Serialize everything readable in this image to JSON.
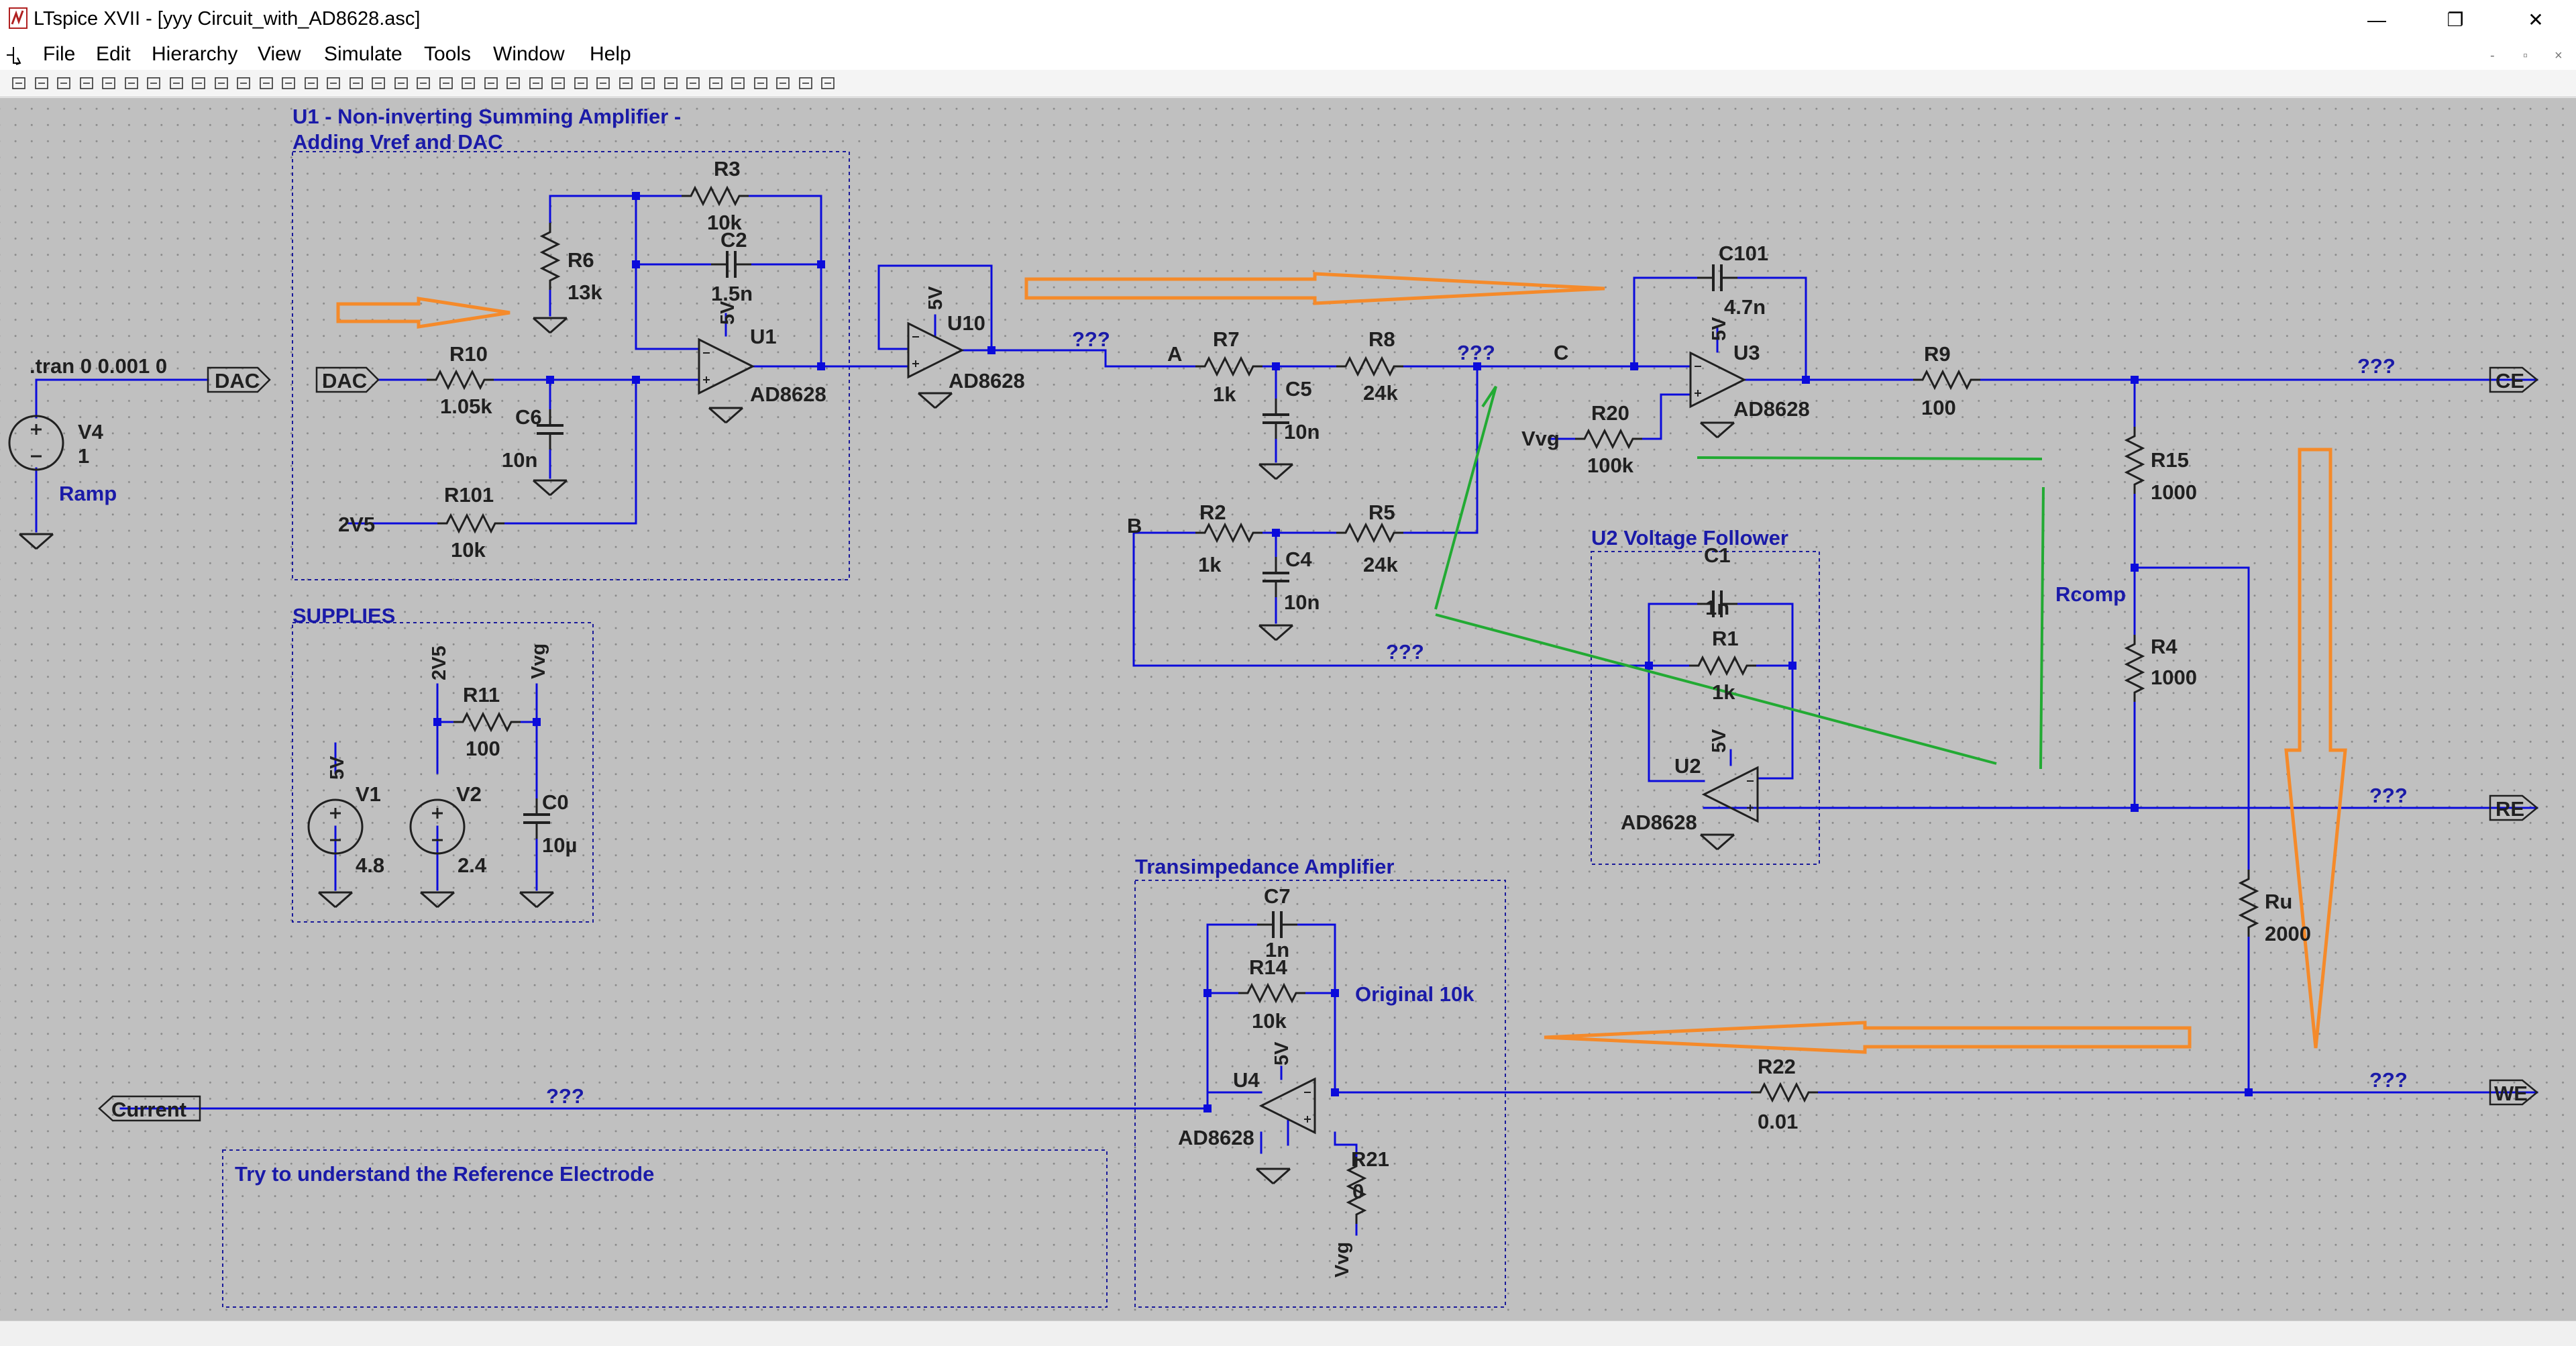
{
  "window": {
    "title": "LTspice XVII - [yyy Circuit_with_AD8628.asc]",
    "controls": {
      "minimize": "—",
      "restore": "❐",
      "close": "✕"
    }
  },
  "menu": {
    "items": [
      "File",
      "Edit",
      "Hierarchy",
      "View",
      "Simulate",
      "Tools",
      "Window",
      "Help"
    ],
    "mdi_controls": [
      "-",
      "▫",
      "×"
    ]
  },
  "toolbar": {
    "icons": [
      "run-icon",
      "halt-icon",
      "save-icon",
      "control-panel-icon",
      "pick-visible-traces-icon",
      "pan-icon",
      "zoom-in-icon",
      "zoom-out-icon",
      "zoom-fit-icon",
      "zoom-extents-icon",
      "autorange-icon",
      "tile-vertical-icon",
      "tile-horizontal-icon",
      "cascade-icon",
      "close-window-icon",
      "cut-icon",
      "copy-icon",
      "paste-icon",
      "find-icon",
      "print-icon",
      "print-preview-icon",
      "wire-icon",
      "ground-icon",
      "label-net-icon",
      "resistor-icon",
      "capacitor-icon",
      "inductor-icon",
      "diode-icon",
      "component-icon",
      "move-icon",
      "drag-icon",
      "undo-icon",
      "redo-icon",
      "rotate-icon",
      "mirror-icon",
      "text-icon",
      "spice-directive-icon"
    ]
  },
  "colors": {
    "canvas": "#c0c0c0",
    "wire": "#0b0bdb",
    "component": "#202020",
    "group_box": "#1a1a9a",
    "annotation_orange": "#f58a2a",
    "annotation_green": "#22aa33"
  },
  "schematic": {
    "directive": ".tran 0 0.001 0",
    "group_titles": {
      "u1_line1": "U1 - Non-inverting Summing Amplifier -",
      "u1_line2": "Adding Vref and DAC",
      "supplies": "SUPPLIES",
      "u2": "U2 Voltage Follower",
      "tia": "Transimpedance Amplifier"
    },
    "comments": {
      "note": "Try to understand the Reference Electrode",
      "original": "Original 10k",
      "rcomp": "Rcomp"
    },
    "ports": {
      "dac_out": "DAC",
      "dac_in": "DAC",
      "ce": "CE",
      "re": "RE",
      "we": "WE",
      "current": "Current"
    },
    "net_labels": {
      "a": "A",
      "b": "B",
      "c": "C",
      "v2v5_in": "2V5",
      "vvg_r20": "Vvg",
      "q_u10": "???",
      "q_r8": "???",
      "q_ce": "???",
      "q_b": "???",
      "q_re": "???",
      "q_we": "???",
      "q_current": "???",
      "v5_u1": "5V",
      "v5_u10": "5V",
      "v5_u3": "5V",
      "v5_u2": "5V",
      "v5_u4": "5V",
      "v5_v1": "5V",
      "v2v5_sup": "2V5",
      "vvg_sup": "Vvg",
      "vvg_r21": "Vvg"
    },
    "components": {
      "v4": {
        "name": "V4",
        "value": "1",
        "label": "Ramp"
      },
      "r10": {
        "name": "R10",
        "value": "1.05k"
      },
      "c6": {
        "name": "C6",
        "value": "10n"
      },
      "r101": {
        "name": "R101",
        "value": "10k"
      },
      "r6": {
        "name": "R6",
        "value": "13k"
      },
      "r3": {
        "name": "R3",
        "value": "10k"
      },
      "c2": {
        "name": "C2",
        "value": "1.5n"
      },
      "u1": {
        "name": "U1",
        "value": "AD8628"
      },
      "u10": {
        "name": "U10",
        "value": "AD8628"
      },
      "r7": {
        "name": "R7",
        "value": "1k"
      },
      "c5": {
        "name": "C5",
        "value": "10n"
      },
      "r8": {
        "name": "R8",
        "value": "24k"
      },
      "r2": {
        "name": "R2",
        "value": "1k"
      },
      "c4": {
        "name": "C4",
        "value": "10n"
      },
      "r5": {
        "name": "R5",
        "value": "24k"
      },
      "c101": {
        "name": "C101",
        "value": "4.7n"
      },
      "u3": {
        "name": "U3",
        "value": "AD8628"
      },
      "r20": {
        "name": "R20",
        "value": "100k"
      },
      "r9": {
        "name": "R9",
        "value": "100"
      },
      "r15": {
        "name": "R15",
        "value": "1000"
      },
      "r4": {
        "name": "R4",
        "value": "1000"
      },
      "ru": {
        "name": "Ru",
        "value": "2000"
      },
      "c1": {
        "name": "C1",
        "value": "1n"
      },
      "r1": {
        "name": "R1",
        "value": "1k"
      },
      "u2": {
        "name": "U2",
        "value": "AD8628"
      },
      "v1": {
        "name": "V1",
        "value": "4.8"
      },
      "v2": {
        "name": "V2",
        "value": "2.4"
      },
      "r11": {
        "name": "R11",
        "value": "100"
      },
      "c0": {
        "name": "C0",
        "value": "10µ"
      },
      "c7": {
        "name": "C7",
        "value": "1n"
      },
      "r14": {
        "name": "R14",
        "value": "10k"
      },
      "u4": {
        "name": "U4",
        "value": "AD8628"
      },
      "r21": {
        "name": "R21",
        "value": "0"
      },
      "r22": {
        "name": "R22",
        "value": "0.01"
      }
    }
  }
}
